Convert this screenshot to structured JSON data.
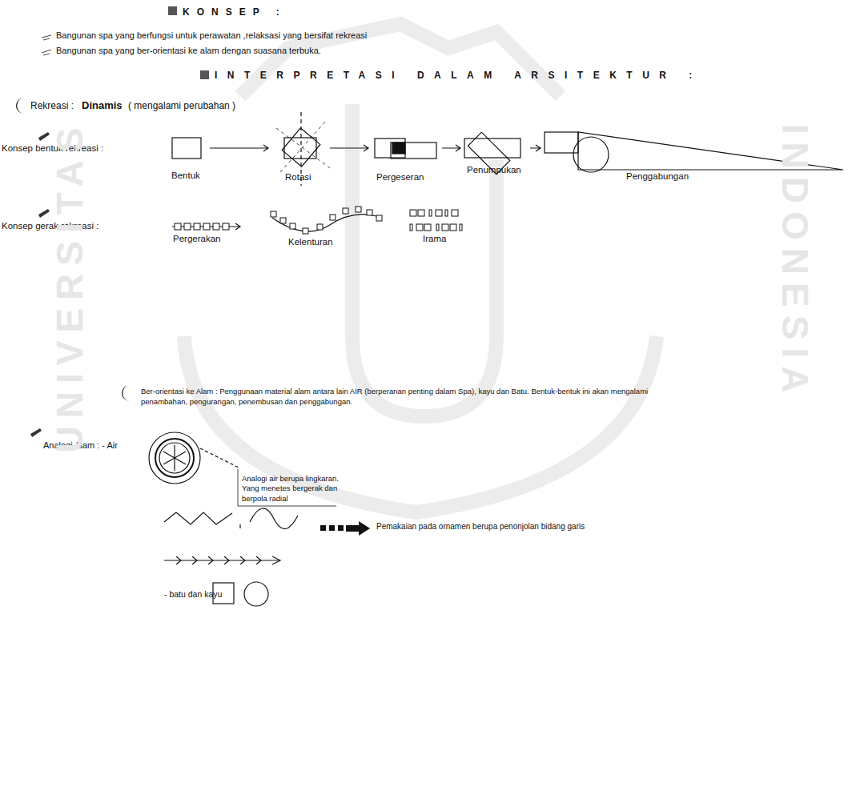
{
  "diagram": {
    "title": "KONSEP :",
    "labels": [
      "Bangunan spa yang berfungsi untuk perawatan ,relaksasi yang bersifat rekreasi",
      "Bangunan spa yang ber-orientasi ke alam dengan suasana terbuka.",
      "INTERPRETASI DALAM ARSITEKTUR :",
      "Rekreasi :",
      "Dinamis",
      "( mengalami perubahan )",
      "Konsep bentuk rekreasi :",
      "Bentuk",
      "Rotasi",
      "Pergeseran",
      "Penumpukan",
      "Penggabungan",
      "Konsep gerak rekreasi :",
      "Pergerakan",
      "Kelenturan",
      "Irama",
      "Ber-orientasi ke Alam : Penggunaan material alam antara lain AIR (berperanan penting dalam Spa), kayu dan Batu. Bentuk-bentuk ini akan mengalami penambahan, pengurangan, penembusan dan penggabungan.",
      "Analogi Alam : - Air",
      "Analogi air berupa lingkaran. Yang menetes bergerak dan berpola radial",
      "Pemakaian pada ornamen berupa penonjolan bidang garis",
      "- batu dan kayu",
      "UNIVERSITAS",
      "INDONESIA"
    ]
  }
}
